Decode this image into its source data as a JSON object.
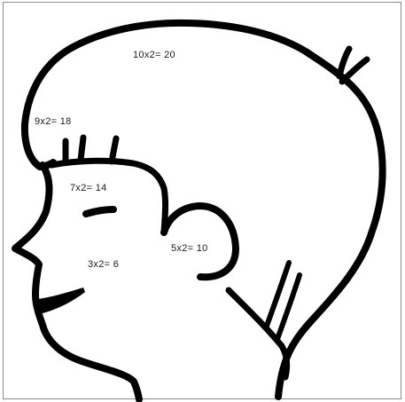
{
  "illustration": {
    "subject": "head-profile-outline",
    "line_color": "#000000",
    "background_color": "#ffffff",
    "frame_color": "#8a8a8a"
  },
  "equations": {
    "ten": "10x2= 20",
    "nine": "9x2= 18",
    "seven": "7x2= 14",
    "five": "5x2= 10",
    "three": "3x2= 6"
  }
}
